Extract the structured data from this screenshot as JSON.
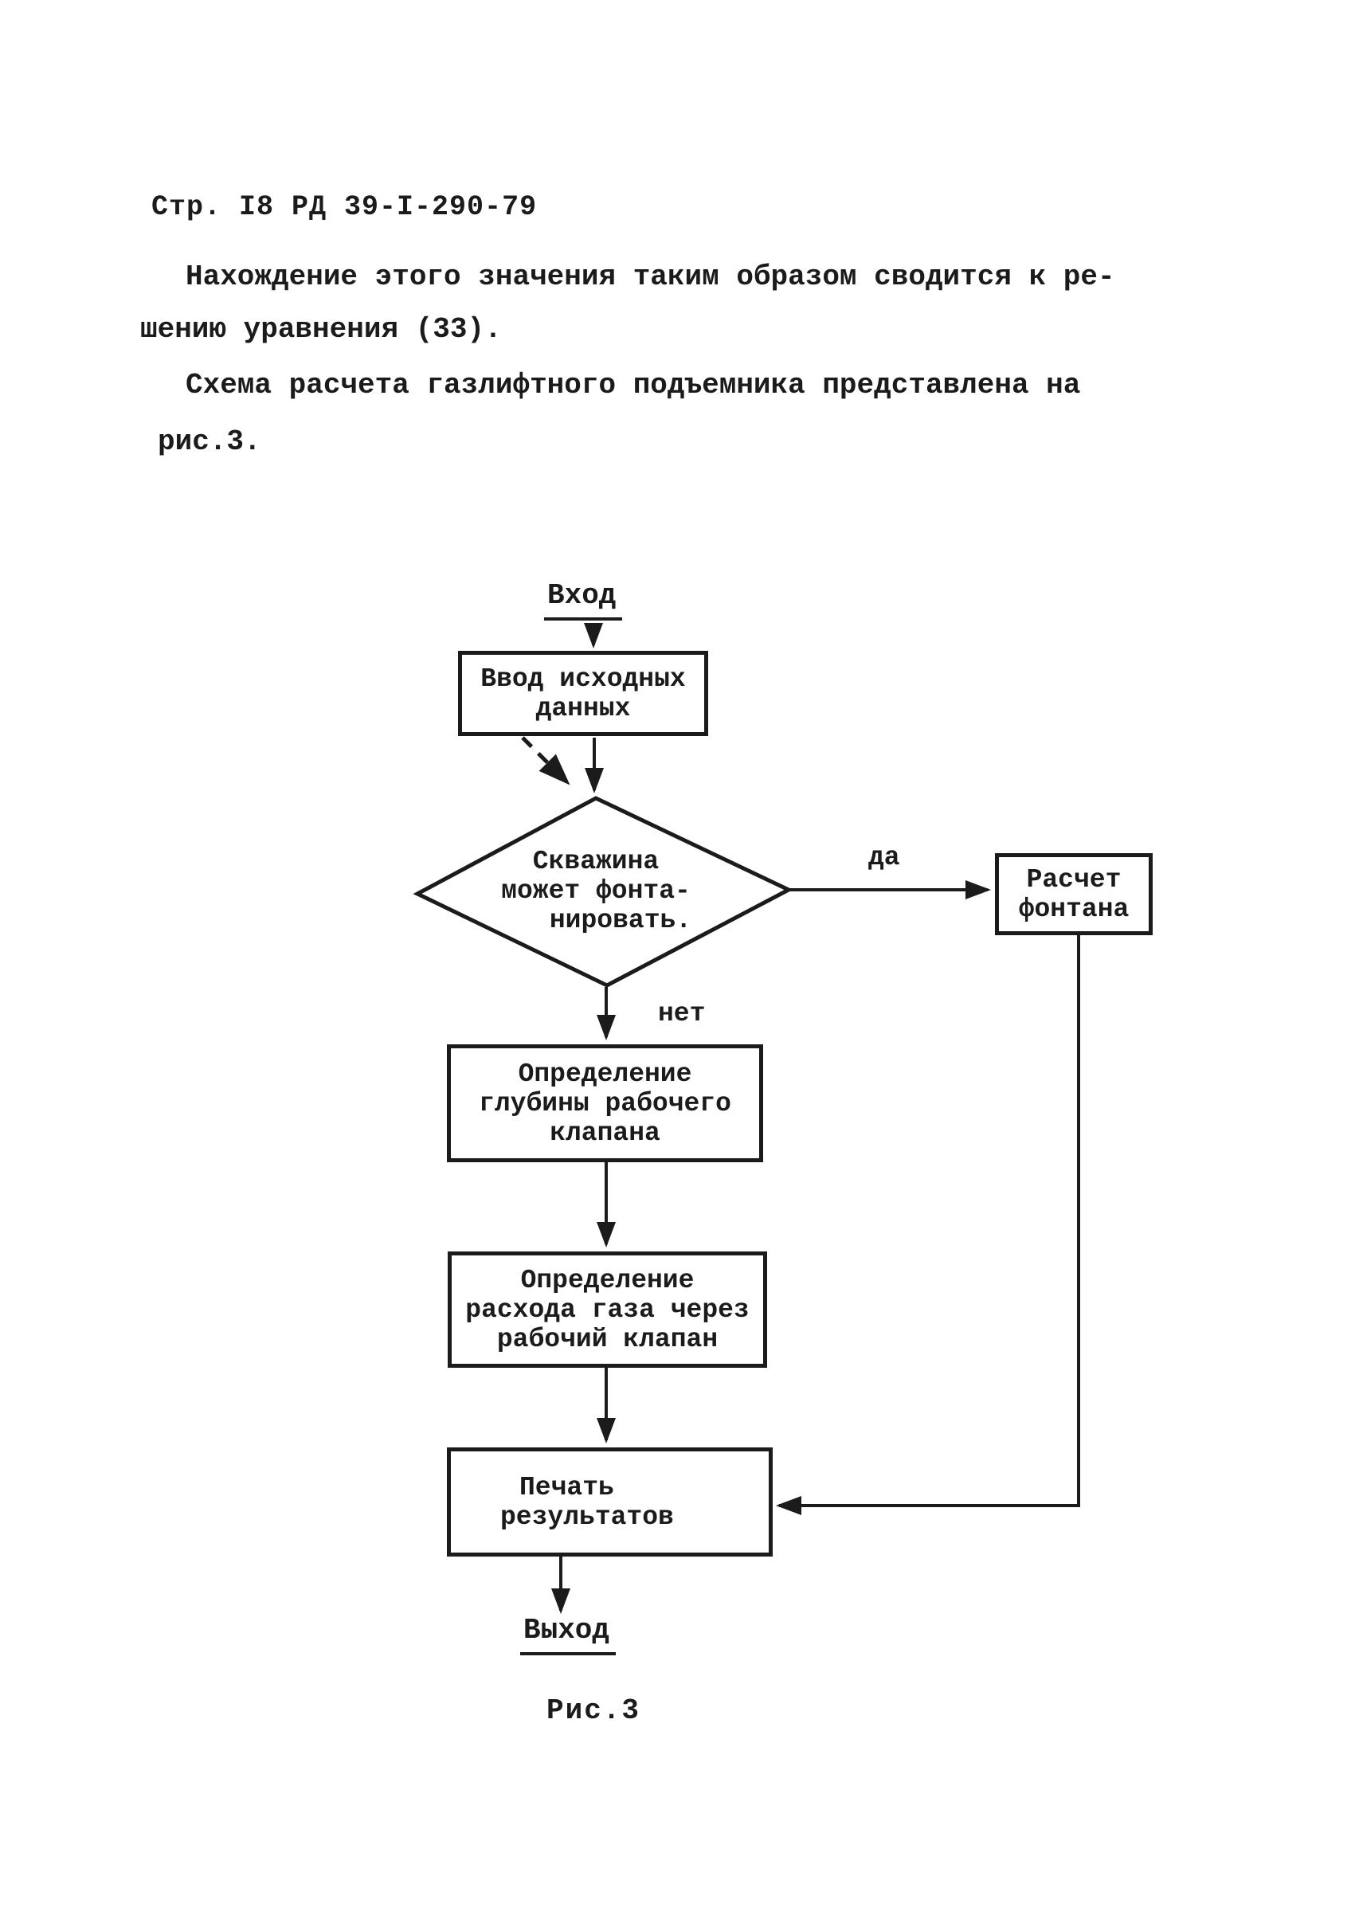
{
  "doc": {
    "header": "Стр. I8 РД 39-I-290-79",
    "body": [
      "Нахождение этого значения таким образом сводится к ре-",
      "шению уравнения (33).",
      "Схема расчета газлифтного подъемника представлена на",
      "рис.3."
    ]
  },
  "flow": {
    "entry_label": "Вход",
    "exit_label": "Выход",
    "caption": "Рис.3",
    "branch_yes": "да",
    "branch_no": "нет",
    "input_box": [
      "Ввод исходных",
      "данных"
    ],
    "decision": [
      "Скважина",
      "может фонта-",
      "нировать."
    ],
    "fountain_box": [
      "Расчет",
      "фонтана"
    ],
    "valve_depth_box": [
      "Определение",
      "глубины рабочего",
      "клапана"
    ],
    "gas_flow_box": [
      "Определение",
      "расхода газа через",
      "рабочий клапан"
    ],
    "print_box": [
      "Печать",
      "результатов"
    ]
  },
  "colors": {
    "ink": "#1b1b1b",
    "paper": "#ffffff"
  }
}
